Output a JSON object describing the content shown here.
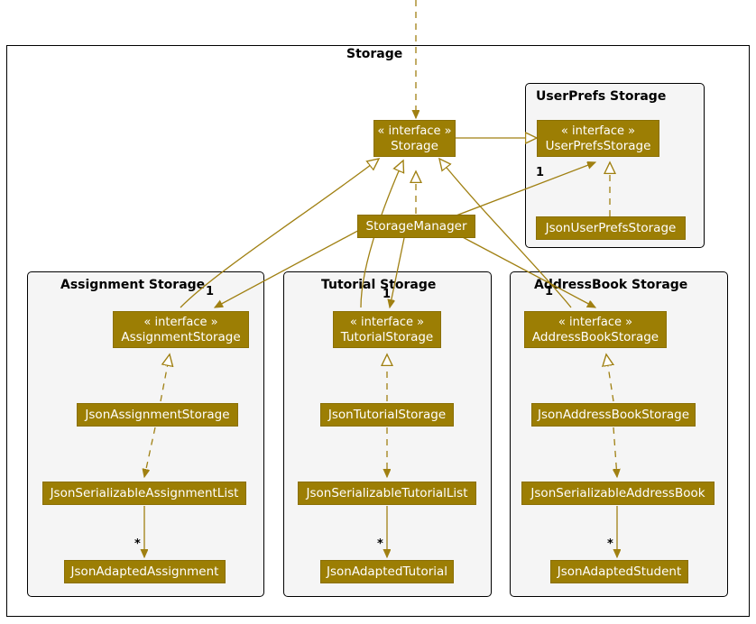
{
  "diagram": {
    "type": "uml-class-diagram",
    "colors": {
      "node_fill": "#9C7E04",
      "node_text": "#FFFFFF",
      "edge": "#A08012",
      "package_border": "#000000",
      "package_fill": "#F5F5F5",
      "canvas": "#FFFFFF"
    }
  },
  "packages": {
    "storage": {
      "title": "Storage"
    },
    "userprefs": {
      "title": "UserPrefs Storage"
    },
    "assignment": {
      "title": "Assignment Storage"
    },
    "tutorial": {
      "title": "Tutorial Storage"
    },
    "addressbook": {
      "title": "AddressBook Storage"
    }
  },
  "nodes": {
    "storage_iface": {
      "stereotype": "« interface »",
      "name": "Storage"
    },
    "userprefs_iface": {
      "stereotype": "« interface »",
      "name": "UserPrefsStorage"
    },
    "json_userprefs": {
      "stereotype": "",
      "name": "JsonUserPrefsStorage"
    },
    "storage_manager": {
      "stereotype": "",
      "name": "StorageManager"
    },
    "assignment_iface": {
      "stereotype": "« interface »",
      "name": "AssignmentStorage"
    },
    "json_assignment": {
      "stereotype": "",
      "name": "JsonAssignmentStorage"
    },
    "json_ser_assign_list": {
      "stereotype": "",
      "name": "JsonSerializableAssignmentList"
    },
    "json_adapted_assign": {
      "stereotype": "",
      "name": "JsonAdaptedAssignment"
    },
    "tutorial_iface": {
      "stereotype": "« interface »",
      "name": "TutorialStorage"
    },
    "json_tutorial": {
      "stereotype": "",
      "name": "JsonTutorialStorage"
    },
    "json_ser_tut_list": {
      "stereotype": "",
      "name": "JsonSerializableTutorialList"
    },
    "json_adapted_tut": {
      "stereotype": "",
      "name": "JsonAdaptedTutorial"
    },
    "addressbook_iface": {
      "stereotype": "« interface »",
      "name": "AddressBookStorage"
    },
    "json_addressbook": {
      "stereotype": "",
      "name": "JsonAddressBookStorage"
    },
    "json_ser_ab": {
      "stereotype": "",
      "name": "JsonSerializableAddressBook"
    },
    "json_adapted_student": {
      "stereotype": "",
      "name": "JsonAdaptedStudent"
    }
  },
  "multiplicities": {
    "userprefs": "1",
    "assignment": "1",
    "tutorial": "1",
    "addressbook": "1",
    "assign_list_to_item": "*",
    "tut_list_to_item": "*",
    "ab_to_student": "*"
  },
  "edges": [
    {
      "from": "external",
      "to": "storage_iface",
      "kind": "dashed-arrow"
    },
    {
      "from": "storage_iface",
      "to": "userprefs_iface",
      "kind": "solid-hollow-triangle"
    },
    {
      "from": "storage_manager",
      "to": "storage_iface",
      "kind": "dashed-hollow-triangle"
    },
    {
      "from": "storage_manager",
      "to": "userprefs_iface",
      "kind": "solid-arrow",
      "label": "1"
    },
    {
      "from": "storage_manager",
      "to": "assignment_iface",
      "kind": "solid-arrow",
      "label": "1"
    },
    {
      "from": "storage_manager",
      "to": "tutorial_iface",
      "kind": "solid-arrow",
      "label": "1"
    },
    {
      "from": "storage_manager",
      "to": "addressbook_iface",
      "kind": "solid-arrow",
      "label": "1"
    },
    {
      "from": "storage_iface",
      "to": "assignment_iface",
      "kind": "solid-hollow-triangle"
    },
    {
      "from": "storage_iface",
      "to": "tutorial_iface",
      "kind": "solid-hollow-triangle"
    },
    {
      "from": "storage_iface",
      "to": "addressbook_iface",
      "kind": "solid-hollow-triangle"
    },
    {
      "from": "json_userprefs",
      "to": "userprefs_iface",
      "kind": "dashed-hollow-triangle"
    },
    {
      "from": "json_assignment",
      "to": "assignment_iface",
      "kind": "dashed-hollow-triangle"
    },
    {
      "from": "json_assignment",
      "to": "json_ser_assign_list",
      "kind": "dashed-arrow"
    },
    {
      "from": "json_ser_assign_list",
      "to": "json_adapted_assign",
      "kind": "solid-arrow",
      "label": "*"
    },
    {
      "from": "json_tutorial",
      "to": "tutorial_iface",
      "kind": "dashed-hollow-triangle"
    },
    {
      "from": "json_tutorial",
      "to": "json_ser_tut_list",
      "kind": "dashed-arrow"
    },
    {
      "from": "json_ser_tut_list",
      "to": "json_adapted_tut",
      "kind": "solid-arrow",
      "label": "*"
    },
    {
      "from": "json_addressbook",
      "to": "addressbook_iface",
      "kind": "dashed-hollow-triangle"
    },
    {
      "from": "json_addressbook",
      "to": "json_ser_ab",
      "kind": "dashed-arrow"
    },
    {
      "from": "json_ser_ab",
      "to": "json_adapted_student",
      "kind": "solid-arrow",
      "label": "*"
    }
  ]
}
